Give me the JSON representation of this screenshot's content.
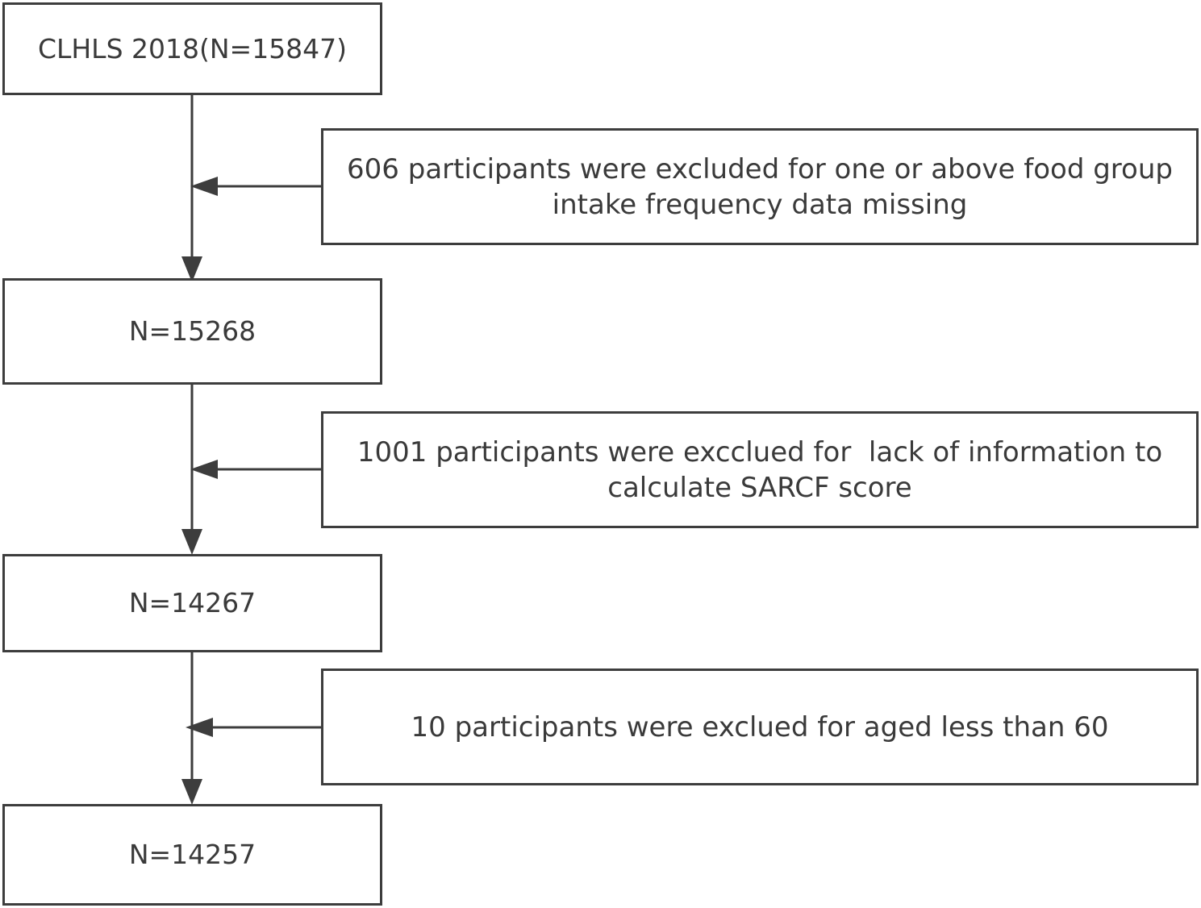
{
  "flowchart": {
    "steps": [
      "CLHLS 2018(N=15847)",
      "N=15268",
      "N=14267",
      "N=14257"
    ],
    "exclusions": [
      "606 participants were excluded for one or above food group\nintake frequency data missing",
      "1001 participants were excclued for  lack of information to\ncalculate SARCF score",
      "10 participants were exclued for aged less than 60"
    ]
  },
  "colors": {
    "line": "#3d3d3d",
    "text": "#3a3a3a",
    "background": "#ffffff"
  }
}
